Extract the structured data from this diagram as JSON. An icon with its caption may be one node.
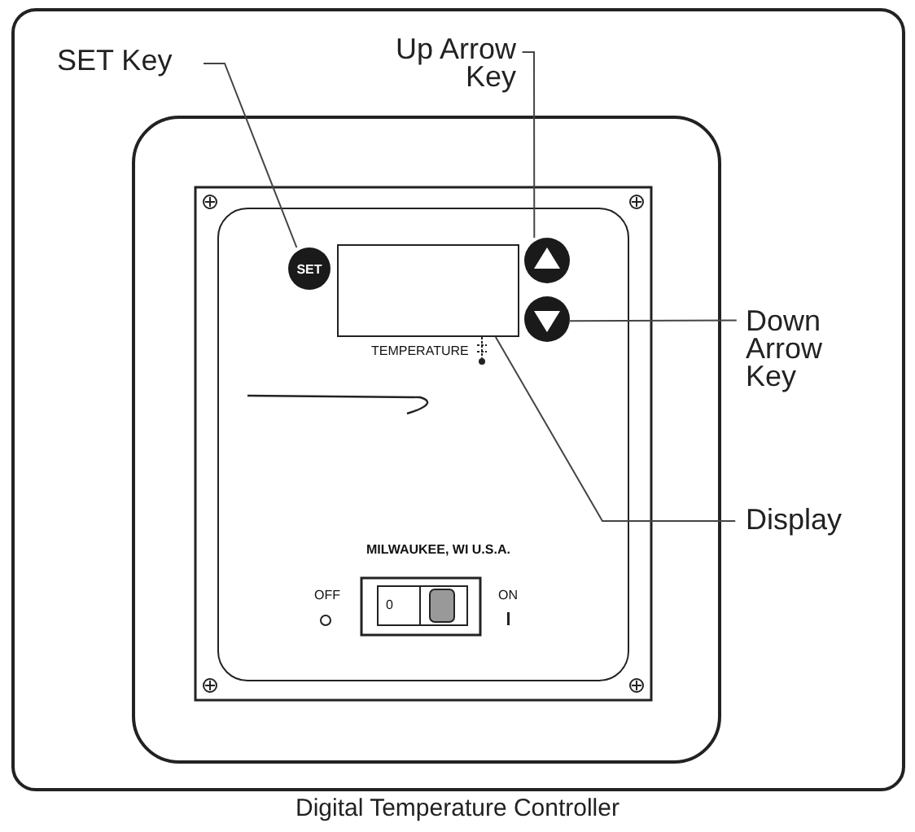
{
  "diagram": {
    "caption": "Digital Temperature Controller",
    "nodes": [
      {
        "text": [
          "SET Key"
        ]
      },
      {
        "text": [
          "Up Arrow Key"
        ]
      },
      {
        "text": [
          "Down Arrow Key"
        ]
      },
      {
        "text": [
          "Display"
        ]
      },
      {
        "text": [
          "SET"
        ]
      },
      {
        "text": [],
        "shape": "circle"
      },
      {
        "text": [],
        "shape": "circle"
      },
      {
        "text": [],
        "shape": "box",
        "beside": [
          "TEMPERATURE"
        ]
      }
    ],
    "edges": [
      {
        "from": 0,
        "to": 4,
        "arrow": "none"
      },
      {
        "from": 1,
        "to": 5,
        "arrow": "none"
      },
      {
        "from": 2,
        "to": 6,
        "arrow": "none"
      },
      {
        "from": 3,
        "to": 7,
        "arrow": "none"
      }
    ],
    "labels": [
      "MILWAUKEE, WI U.S.A.",
      "OFF",
      "ON",
      "0"
    ]
  }
}
